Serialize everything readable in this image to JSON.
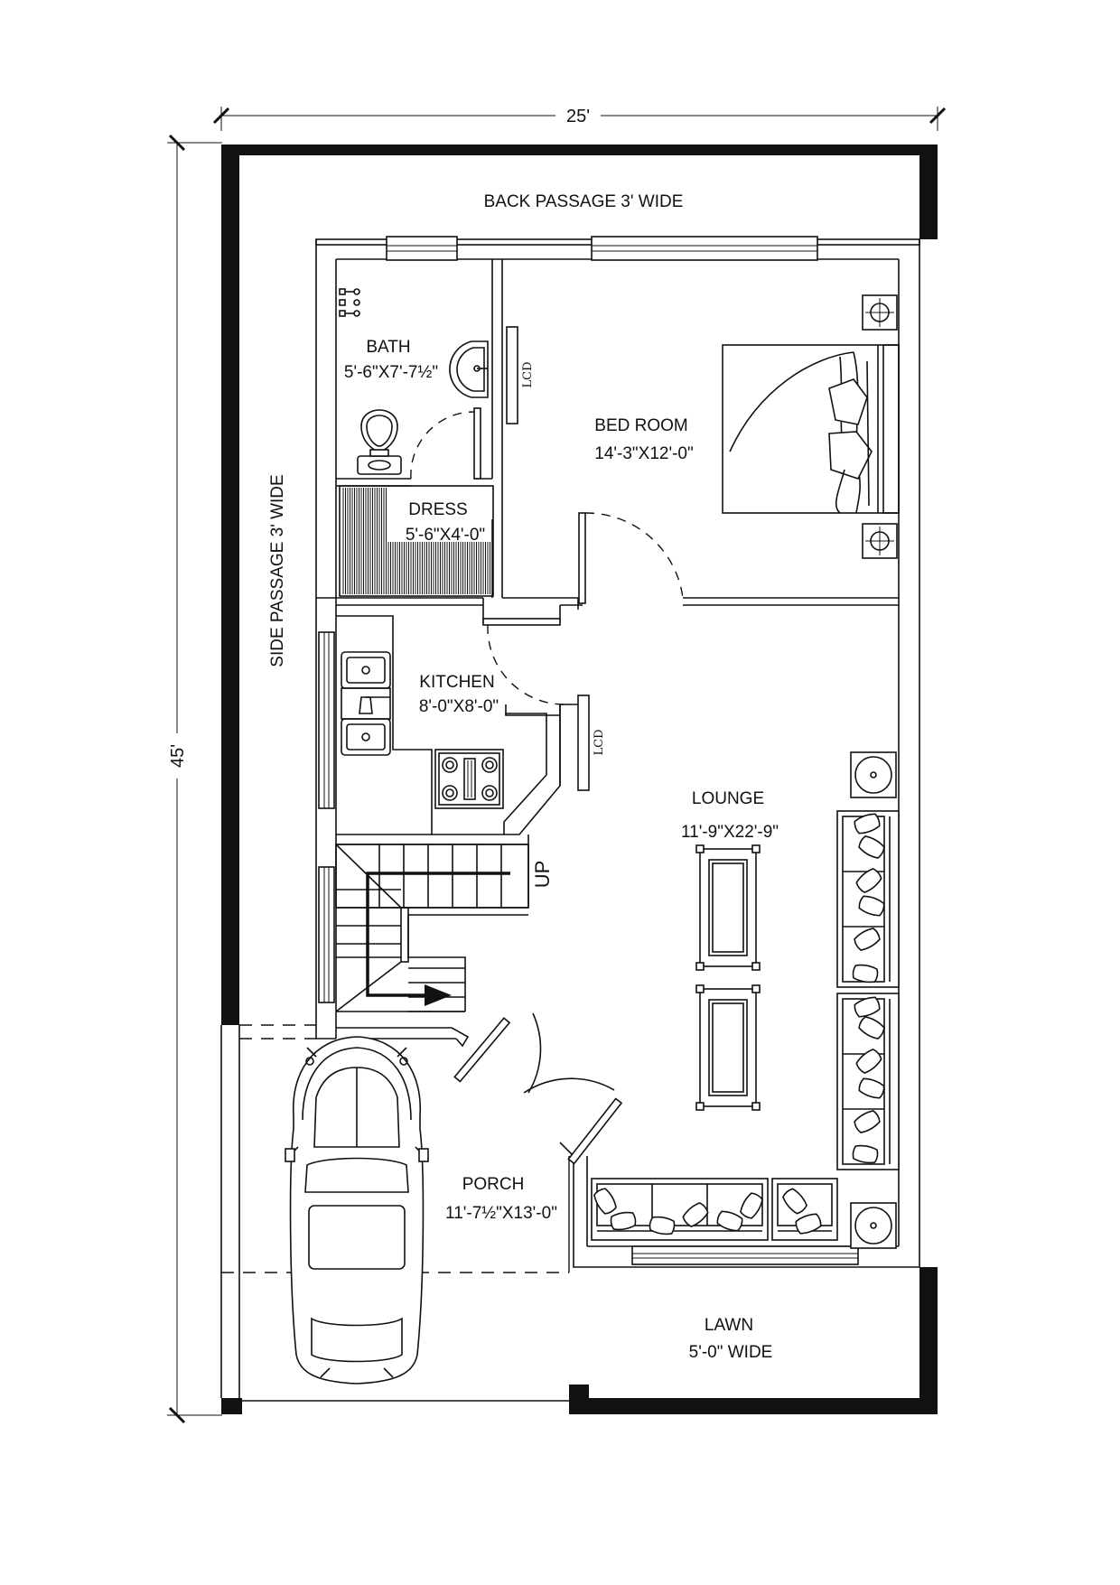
{
  "dimensions": {
    "width_label": "25'",
    "depth_label": "45'"
  },
  "rooms": {
    "back_passage": "BACK PASSAGE 3' WIDE",
    "side_passage": "SIDE PASSAGE 3' WIDE",
    "bath": {
      "name": "BATH",
      "size": "5'-6\"X7'-7½\""
    },
    "dress": {
      "name": "DRESS",
      "size": "5'-6\"X4'-0\""
    },
    "bed_room": {
      "name": "BED ROOM",
      "size": "14'-3\"X12'-0\""
    },
    "kitchen": {
      "name": "KITCHEN",
      "size": "8'-0\"X8'-0\""
    },
    "lounge": {
      "name": "LOUNGE",
      "size": "11'-9\"X22'-9\""
    },
    "porch": {
      "name": "PORCH",
      "size": "11'-7½\"X13'-0\""
    },
    "lawn": {
      "name": "LAWN",
      "size": "5'-0\" WIDE"
    }
  },
  "fixtures": {
    "lcd_bed": "LCD",
    "lcd_kitchen": "LCD",
    "stair_direction": "UP"
  }
}
